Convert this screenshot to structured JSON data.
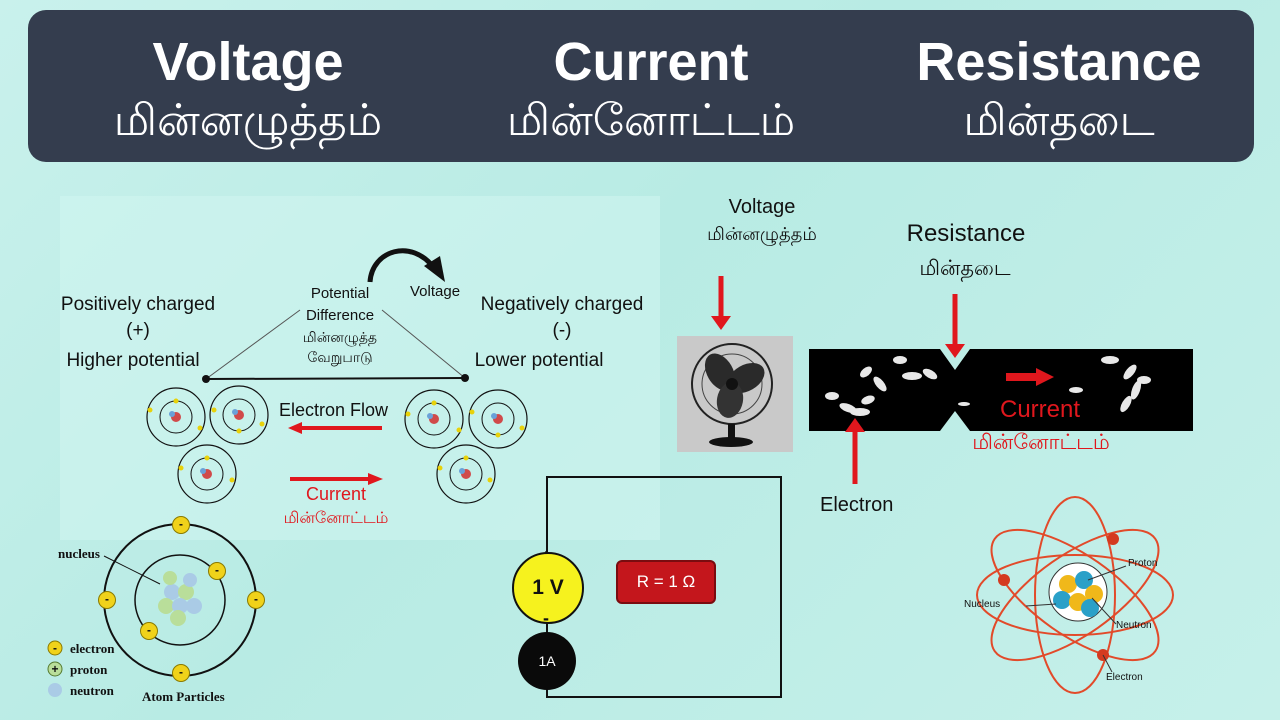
{
  "banner": {
    "voltage_en": "Voltage",
    "voltage_ta": "மின்னழுத்தம்",
    "current_en": "Current",
    "current_ta": "மின்னோட்டம்",
    "resistance_en": "Resistance",
    "resistance_ta": "மின்தடை"
  },
  "left_panel": {
    "positive": "Positively charged",
    "plus": "(+)",
    "higher": "Higher potential",
    "negative": "Negatively charged",
    "minus": "(-)",
    "lower": "Lower potential",
    "potential": "Potential",
    "difference": "Difference",
    "pd_ta_1": "மின்னழுத்த",
    "pd_ta_2": "வேறுபாடு",
    "voltage": "Voltage",
    "electron_flow": "Electron Flow",
    "current": "Current",
    "current_ta": "மின்னோட்டம்"
  },
  "atom_left": {
    "nucleus": "nucleus",
    "minus_sign": "-",
    "plus_sign": "+",
    "electron": "electron",
    "proton": "proton",
    "neutron": "neutron",
    "title": "Atom Particles"
  },
  "fan_panel": {
    "voltage": "Voltage",
    "voltage_ta": "மின்னழுத்தம்"
  },
  "circuit": {
    "plus": "+",
    "minus": "-",
    "voltage": "1 V",
    "ammeter": "1A",
    "resistor": "R = 1 Ω"
  },
  "resistance_panel": {
    "resistance": "Resistance",
    "resistance_ta": "மின்தடை",
    "current": "Current",
    "current_ta": "மின்னோட்டம்",
    "electron": "Electron"
  },
  "atom_right": {
    "proton": "Proton",
    "nucleus": "Nucleus",
    "neutron": "Neutron",
    "electron": "Electron"
  },
  "colors": {
    "banner": "#343d4e",
    "red": "#e0171d",
    "yellow": "#f6f21e"
  }
}
